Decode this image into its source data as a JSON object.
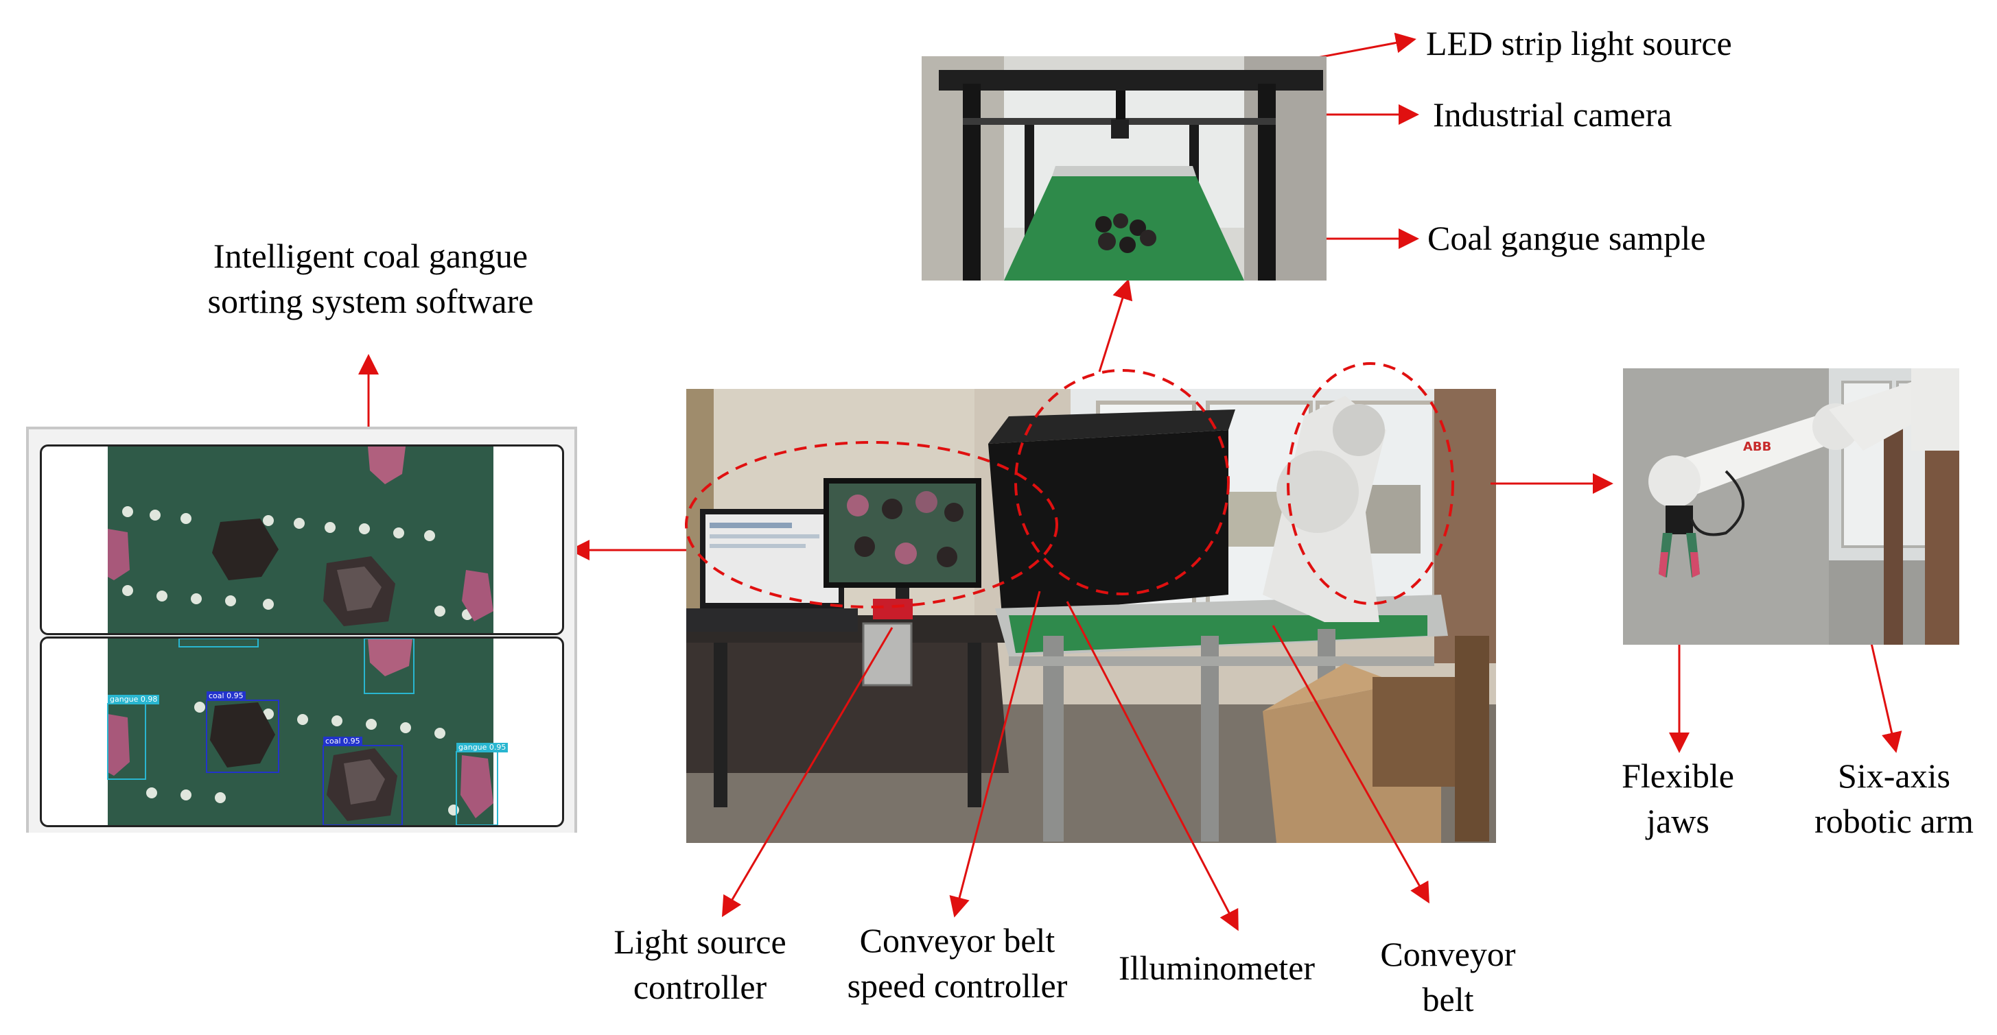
{
  "labels": {
    "led_strip": "LED strip light source",
    "industrial_camera": "Industrial camera",
    "coal_gangue_sample": "Coal gangue sample",
    "software_line1": "Intelligent coal gangue",
    "software_line2": "sorting system software",
    "flexible_line1": "Flexible",
    "flexible_line2": "jaws",
    "sixaxis_line1": "Six-axis",
    "sixaxis_line2": "robotic arm",
    "light_ctrl_line1": "Light source",
    "light_ctrl_line2": "controller",
    "speed_ctrl_line1": "Conveyor belt",
    "speed_ctrl_line2": "speed controller",
    "illuminometer": "Illuminometer",
    "conveyor_line1": "Conveyor",
    "conveyor_line2": "belt"
  },
  "software_panel": {
    "detections": [
      {
        "label": "gangue",
        "score": "0.98",
        "color": "#29b6d0"
      },
      {
        "label": "coal",
        "score": "0.95",
        "color": "#2233cc"
      },
      {
        "label": "coal",
        "score": "0.95",
        "color": "#2233cc"
      },
      {
        "label": "gangue",
        "score": "0.95",
        "color": "#29b6d0"
      }
    ]
  },
  "colors": {
    "arrow": "#e01010",
    "dashed_circle": "#e01010",
    "belt": "#2f8a4c",
    "frame": "#1c1c1c",
    "coal": "#2a2422",
    "gangue": "#b0607e"
  }
}
